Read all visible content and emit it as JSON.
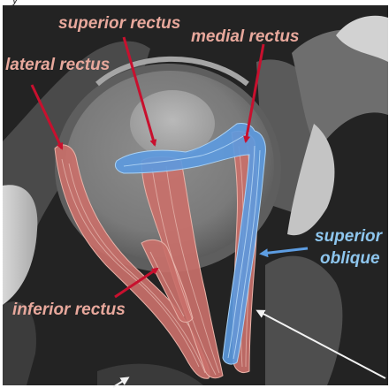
{
  "labels": {
    "superior_rectus": "superior rectus",
    "medial_rectus": "medial rectus",
    "lateral_rectus": "lateral rectus",
    "superior_oblique_line1": "superior",
    "superior_oblique_line2": "oblique",
    "inferior_rectus": "inferior rectus"
  },
  "colors": {
    "label_text": "#e8a89c",
    "label_blue": "#8ec6ee",
    "rectus_muscle": "#c9706a",
    "oblique_muscle": "#5c9ae0",
    "arrow_red": "#c8102e",
    "arrow_blue": "#5d9de2",
    "arrow_white": "#f2f2f2",
    "scan_dark": "#1e1e1e"
  },
  "icons": {
    "top_left_corner": "partial-glyph-icon"
  }
}
